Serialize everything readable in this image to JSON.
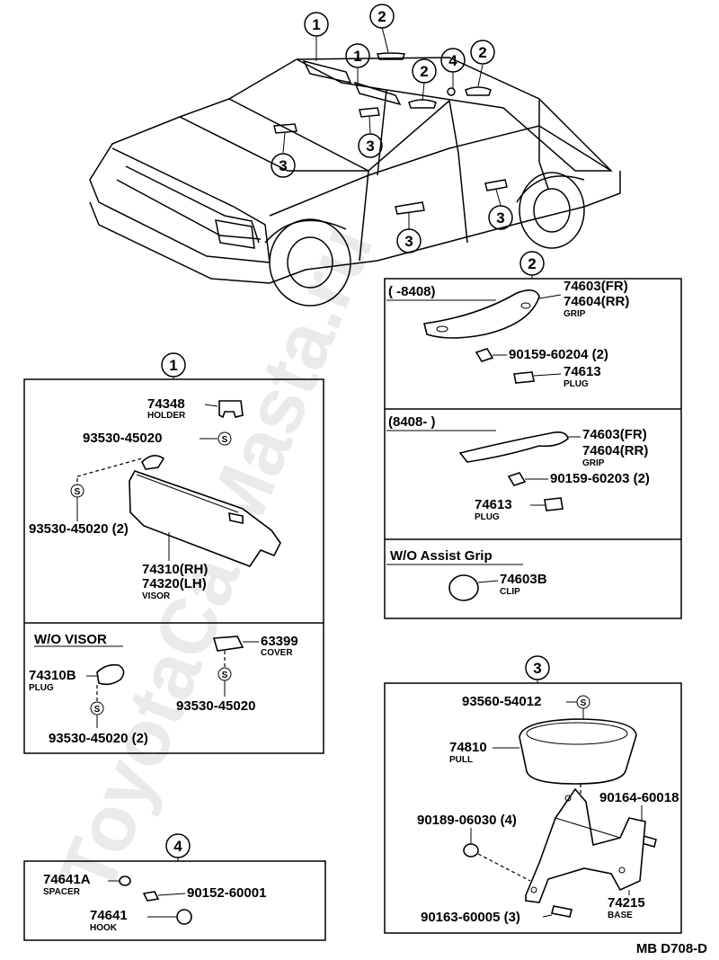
{
  "watermark": "ToyotaCarMasta.ru",
  "diagram_code": "MB D708-D",
  "overview": {
    "callouts": [
      "1",
      "2",
      "1",
      "2",
      "4",
      "2",
      "3",
      "3",
      "3",
      "3"
    ]
  },
  "panel1": {
    "callout": "1",
    "parts": {
      "holder_no": "74348",
      "holder_name": "HOLDER",
      "screw_a": "93530-45020",
      "screw_b": "93530-45020 (2)",
      "visor_rh": "74310(RH)",
      "visor_lh": "74320(LH)",
      "visor_name": "VISOR"
    },
    "wo_visor": {
      "header": "W/O VISOR",
      "cover_no": "63399",
      "cover_name": "COVER",
      "screw_c": "93530-45020",
      "plug_no": "74310B",
      "plug_name": "PLUG",
      "screw_d": "93530-45020 (2)"
    },
    "s_mark": "S"
  },
  "panel2": {
    "callout": "2",
    "early": {
      "header": "(         -8408)",
      "grip_fr": "74603(FR)",
      "grip_rr": "74604(RR)",
      "grip_name": "GRIP",
      "screw": "90159-60204 (2)",
      "plug_no": "74613",
      "plug_name": "PLUG"
    },
    "late": {
      "header": "(8408-          )",
      "grip_fr": "74603(FR)",
      "grip_rr": "74604(RR)",
      "grip_name": "GRIP",
      "screw": "90159-60203 (2)",
      "plug_no": "74613",
      "plug_name": "PLUG"
    },
    "wo_grip": {
      "header": "W/O Assist Grip",
      "clip_no": "74603B",
      "clip_name": "CLIP"
    }
  },
  "panel3": {
    "callout": "3",
    "screw_top": "93560-54012",
    "pull_no": "74810",
    "pull_name": "PULL",
    "screw_right": "90164-60018",
    "nut": "90189-06030 (4)",
    "base_no": "74215",
    "base_name": "BASE",
    "screw_bottom": "90163-60005 (3)"
  },
  "panel4": {
    "callout": "4",
    "spacer_no": "74641A",
    "spacer_name": "SPACER",
    "screw": "90152-60001",
    "hook_no": "74641",
    "hook_name": "HOOK"
  }
}
